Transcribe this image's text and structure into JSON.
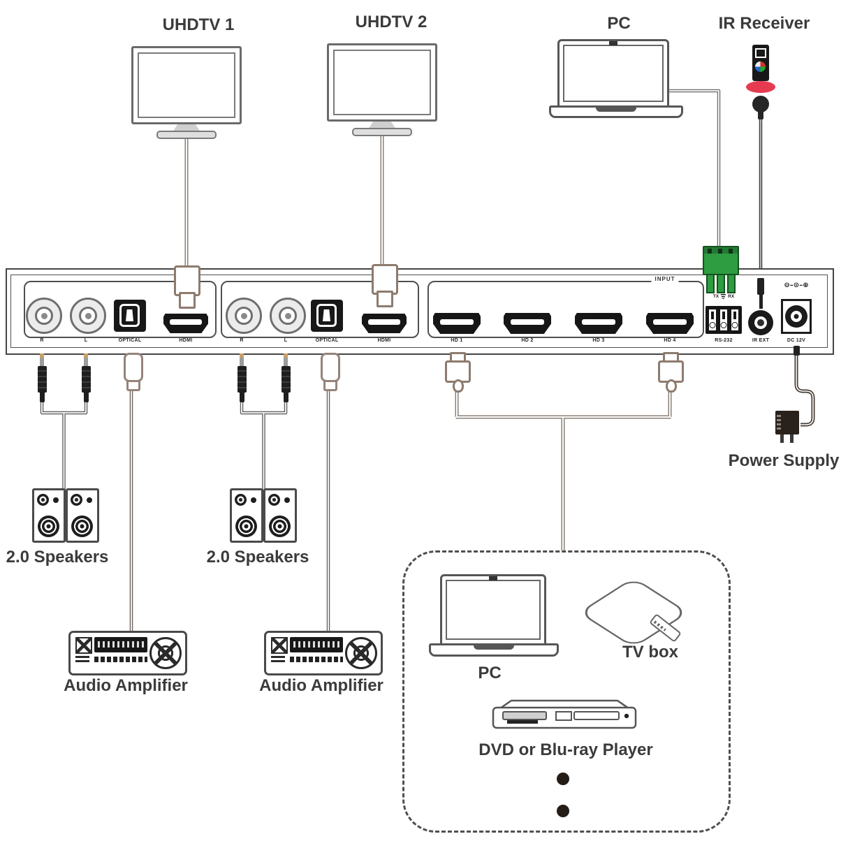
{
  "top": {
    "uhdtv1": "UHDTV 1",
    "uhdtv2": "UHDTV 2",
    "pc": "PC",
    "ir": "IR Receiver"
  },
  "panel": {
    "out1": {
      "r": "R",
      "l": "L",
      "opt": "OPTICAL",
      "hdmi": "HDMI"
    },
    "out2": {
      "r": "R",
      "l": "L",
      "opt": "OPTICAL",
      "hdmi": "HDMI"
    },
    "input_label": "INPUT",
    "in": [
      "HD 1",
      "HD 2",
      "HD 3",
      "HD 4"
    ],
    "tx": "TX",
    "rx": "RX",
    "rs232": "RS-232",
    "irext": "IR EXT",
    "dc": "DC 12V",
    "polarity": "⊖–⊙–⊕"
  },
  "bottom": {
    "speakers1": "2.0 Speakers",
    "speakers2": "2.0 Speakers",
    "amp1": "Audio Amplifier",
    "amp2": "Audio Amplifier",
    "power": "Power Supply",
    "src_pc": "PC",
    "src_tvbox": "TV box",
    "src_dvd": "DVD or Blu-ray Player"
  },
  "colors": {
    "line": "#6e6e6e",
    "dark_port": "#161616",
    "text": "#3b3b3b",
    "phoenix_green": "#2e9c41",
    "ir_red": "#e63a50"
  }
}
